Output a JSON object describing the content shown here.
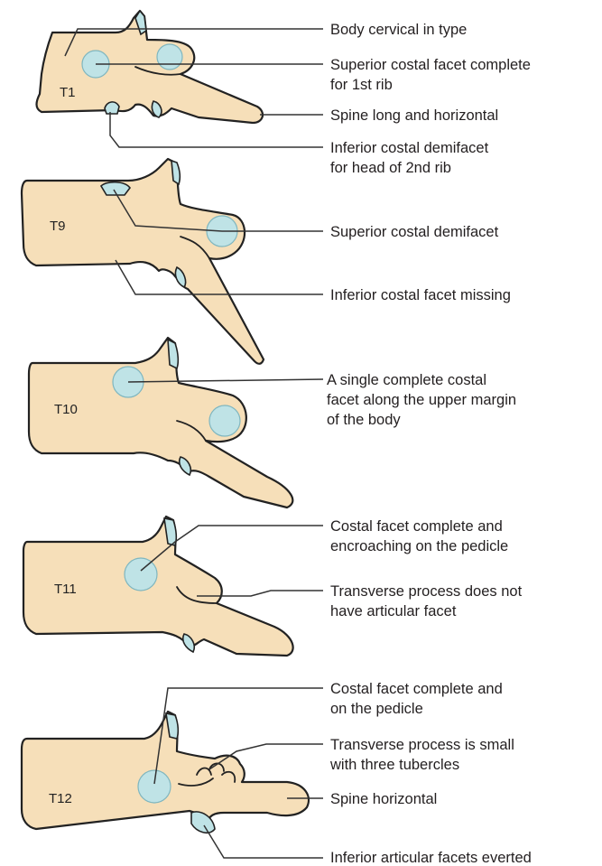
{
  "vertebrae": [
    {
      "label": "T1"
    },
    {
      "label": "T9"
    },
    {
      "label": "T10"
    },
    {
      "label": "T11"
    },
    {
      "label": "T12"
    }
  ],
  "annotations": {
    "t1_body": [
      "Body cervical in type"
    ],
    "t1_superior_facet": [
      "Superior costal facet complete",
      "for 1st rib"
    ],
    "t1_spine": [
      "Spine long and horizontal"
    ],
    "t1_inferior_demifacet": [
      "Inferior costal demifacet",
      "for head of 2nd rib"
    ],
    "t9_superior_demifacet": [
      "Superior costal demifacet"
    ],
    "t9_inferior_missing": [
      "Inferior costal facet missing"
    ],
    "t10_single_facet": [
      "A single complete costal",
      "facet along the upper margin",
      "of the body"
    ],
    "t11_facet_pedicle": [
      "Costal facet complete and",
      "encroaching on the pedicle"
    ],
    "t11_transverse": [
      "Transverse process does not",
      "have articular facet"
    ],
    "t12_facet_pedicle": [
      "Costal facet complete and",
      "on the pedicle"
    ],
    "t12_transverse_small": [
      "Transverse process is small",
      "with three tubercles"
    ],
    "t12_spine": [
      "Spine horizontal"
    ],
    "t12_inferior_articular": [
      "Inferior articular facets everted"
    ]
  },
  "colors": {
    "bone": "#f6dfb9",
    "facet": "#bfe3e6",
    "outline": "#222222"
  }
}
